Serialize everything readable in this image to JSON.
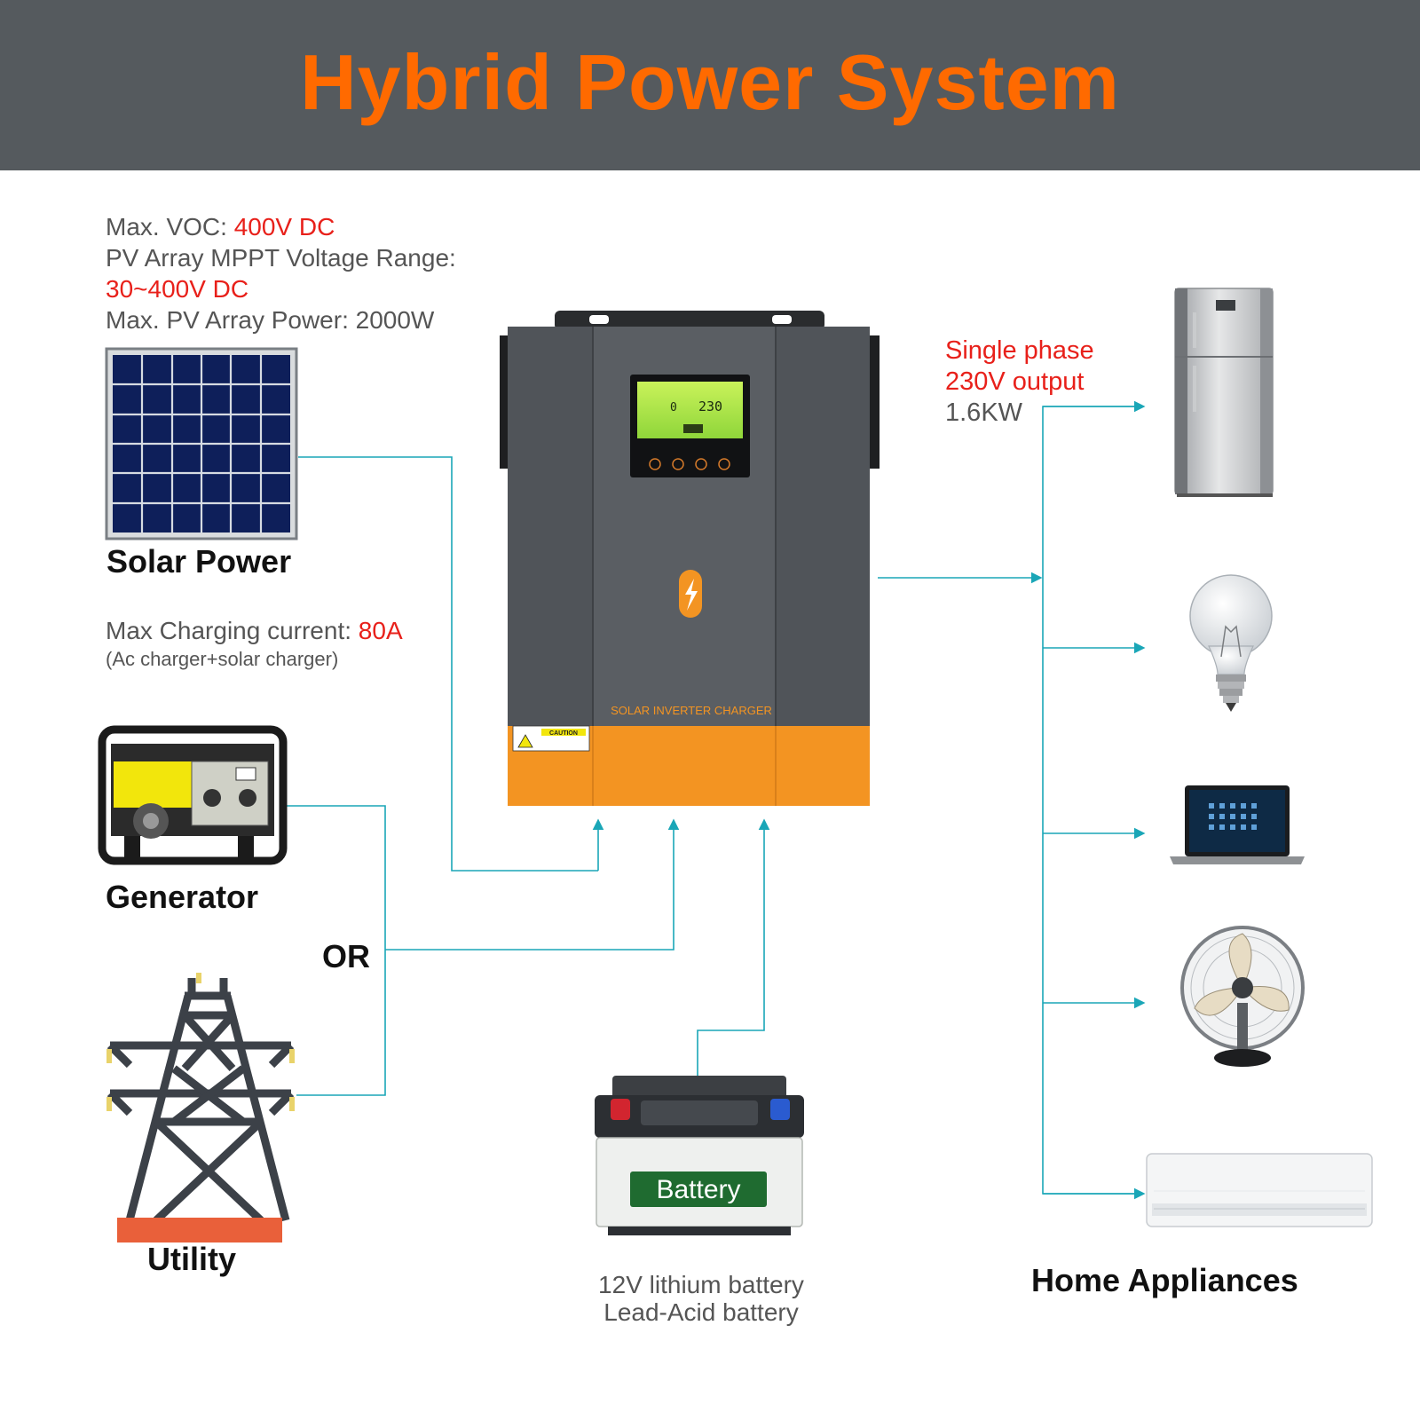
{
  "title": "Hybrid Power System",
  "solar_specs": {
    "voc_label": "Max. VOC: ",
    "voc_value": "400V DC",
    "mppt_label": "PV Array MPPT Voltage Range:",
    "mppt_value": "30~400V DC",
    "power_label": "Max. PV Array Power: 2000W"
  },
  "charging": {
    "label": "Max Charging current: ",
    "value": "80A",
    "note": "(Ac charger+solar charger)"
  },
  "sources": {
    "solar": "Solar Power",
    "generator": "Generator",
    "or": "OR",
    "utility": "Utility"
  },
  "inverter": {
    "name": "SOLAR INVERTER CHARGER",
    "caution": "CAUTION",
    "lcd_reading": "230",
    "lcd_zero": "0"
  },
  "output": {
    "line1": "Single phase",
    "line2": "230V output",
    "line3": "1.6KW"
  },
  "battery": {
    "label": "Battery",
    "type1": "12V lithium battery",
    "type2": "Lead-Acid battery"
  },
  "appliances": {
    "label": "Home Appliances",
    "items": [
      "refrigerator",
      "light-bulb",
      "laptop",
      "fan",
      "air-conditioner"
    ]
  },
  "colors": {
    "accent": "#ff6a00",
    "highlight": "#e8201a",
    "connector": "#1aa6b7",
    "header_bg": "#555a5e"
  }
}
